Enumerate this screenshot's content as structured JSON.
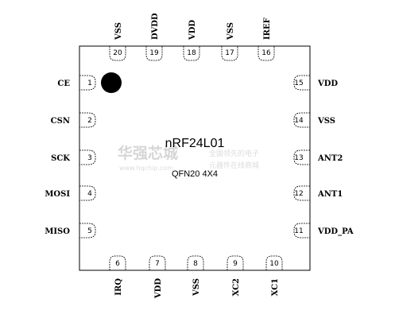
{
  "chip": {
    "name": "nRF24L01",
    "package": "QFN20 4X4"
  },
  "watermark": {
    "brand": "华强芯城",
    "site": "www.hqchip.com",
    "tagline1": "全国领先的电子",
    "tagline2": "元器件在线商城"
  },
  "pins": {
    "left": [
      {
        "num": "1",
        "name": "CE"
      },
      {
        "num": "2",
        "name": "CSN"
      },
      {
        "num": "3",
        "name": "SCK"
      },
      {
        "num": "4",
        "name": "MOSI"
      },
      {
        "num": "5",
        "name": "MISO"
      }
    ],
    "bottom": [
      {
        "num": "6",
        "name": "IRQ"
      },
      {
        "num": "7",
        "name": "VDD"
      },
      {
        "num": "8",
        "name": "VSS"
      },
      {
        "num": "9",
        "name": "XC2"
      },
      {
        "num": "10",
        "name": "XC1"
      }
    ],
    "right": [
      {
        "num": "11",
        "name": "VDD_PA"
      },
      {
        "num": "12",
        "name": "ANT1"
      },
      {
        "num": "13",
        "name": "ANT2"
      },
      {
        "num": "14",
        "name": "VSS"
      },
      {
        "num": "15",
        "name": "VDD"
      }
    ],
    "top": [
      {
        "num": "16",
        "name": "IREF"
      },
      {
        "num": "17",
        "name": "VSS"
      },
      {
        "num": "18",
        "name": "VDD"
      },
      {
        "num": "19",
        "name": "DVDD"
      },
      {
        "num": "20",
        "name": "VSS"
      }
    ]
  }
}
